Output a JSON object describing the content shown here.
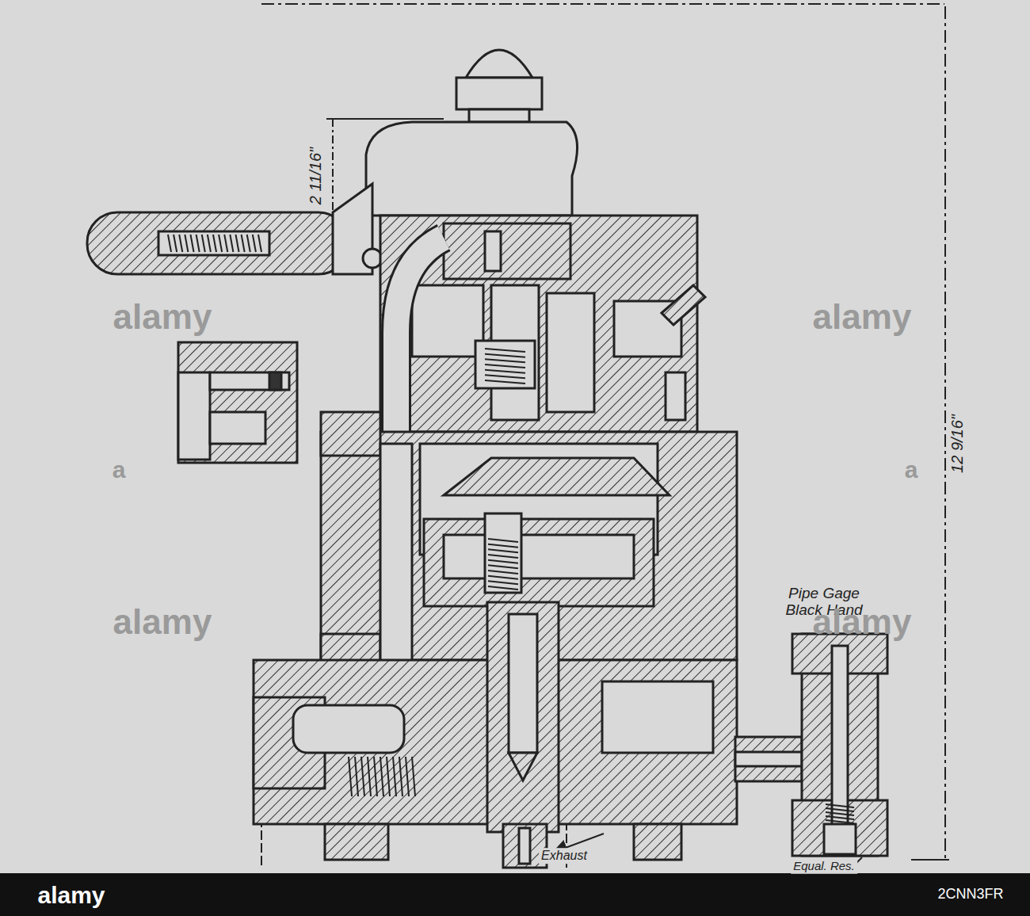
{
  "diagram": {
    "labels": [
      "2 11/16\"",
      "12 9/16\"",
      "Pipe Gage Black Hand",
      "Exhaust",
      "Equal. Res.",
      "alamy",
      "alamy",
      "alamy",
      "alamy",
      "a",
      "a",
      "alamy",
      "2CNN3FR"
    ]
  }
}
